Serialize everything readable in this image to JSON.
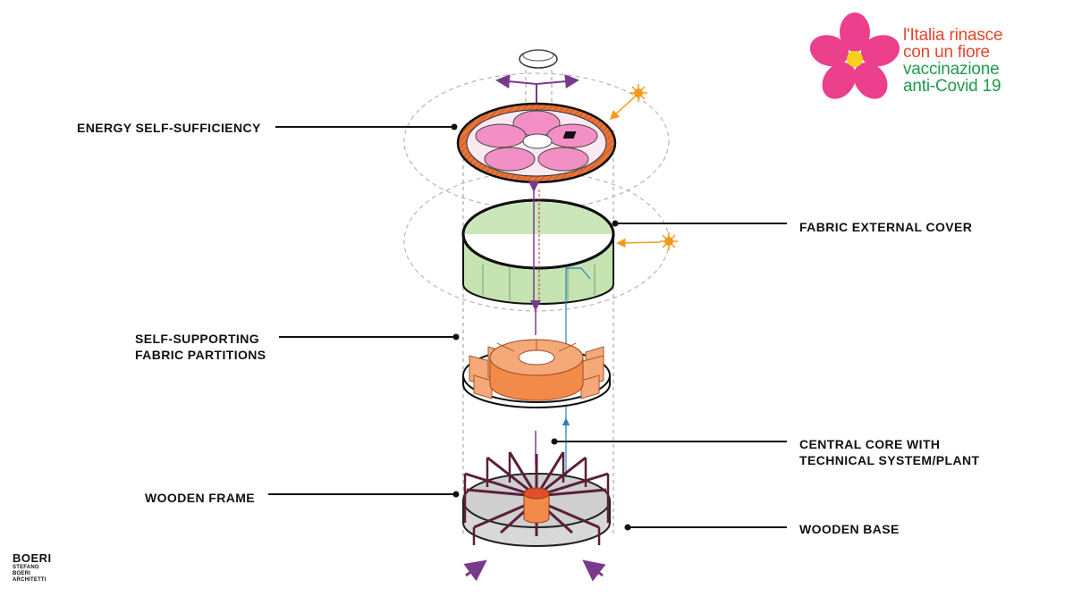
{
  "labels": {
    "energy": "ENERGY SELF-SUFFICIENCY",
    "fabric_cover": "FABRIC EXTERNAL COVER",
    "partitions_line1": "SELF-SUPPORTING",
    "partitions_line2": "FABRIC PARTITIONS",
    "core_line1": "CENTRAL CORE WITH",
    "core_line2": "TECHNICAL SYSTEM/PLANT",
    "wooden_frame": "WOODEN FRAME",
    "wooden_base": "WOODEN BASE"
  },
  "campaign_logo": {
    "line1": "l'Italia rinasce",
    "line2": "con un fiore",
    "line3": "vaccinazione",
    "line4": "anti-Covid 19",
    "color_red": "#e8452c",
    "color_green": "#1f9a4a",
    "flower_color": "#ec3f8c",
    "center_color": "#f6d21a"
  },
  "brand": {
    "name": "BOERI",
    "line1": "STEFANO",
    "line2": "BOERI",
    "line3": "ARCHITETTI"
  },
  "colors": {
    "pink_petal": "#f28fc4",
    "orange_ring": "#e8743a",
    "green_cover": "#c5e3b0",
    "orange_partition": "#f5a878",
    "core_orange": "#f28a4a",
    "frame_dark": "#5a1f3a",
    "purple_arrow": "#7a3a8c",
    "blue_line": "#2a7fc0",
    "sun_orange": "#f39a1c"
  }
}
